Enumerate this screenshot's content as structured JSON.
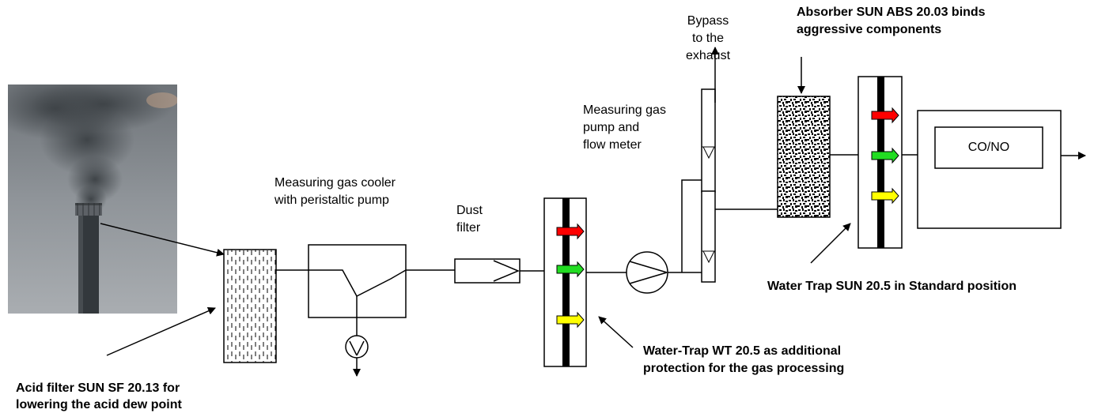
{
  "labels": {
    "bypass": [
      "Bypass",
      "to the",
      "exhaust"
    ],
    "absorber": [
      "Absorber SUN ABS 20.03 binds",
      "aggressive components"
    ],
    "pump_flow": [
      "Measuring gas",
      "pump and",
      "flow meter"
    ],
    "cooler": [
      "Measuring gas cooler",
      "with peristaltic pump"
    ],
    "dust_filter": [
      "Dust",
      "filter"
    ],
    "analyzer": "CO/NO",
    "water_trap_std": "Water Trap SUN 20.5 in Standard position",
    "water_trap_add": [
      "Water-Trap WT 20.5 as additional",
      "protection for the gas processing"
    ],
    "acid_filter": [
      "Acid filter SUN SF 20.13 for",
      "lowering the acid dew point"
    ]
  },
  "indicator_colors": {
    "red": "#ff0000",
    "green": "#22dd22",
    "yellow": "#ffff00"
  },
  "photo": {
    "subject": "industrial-chimney-smoke-photo"
  }
}
